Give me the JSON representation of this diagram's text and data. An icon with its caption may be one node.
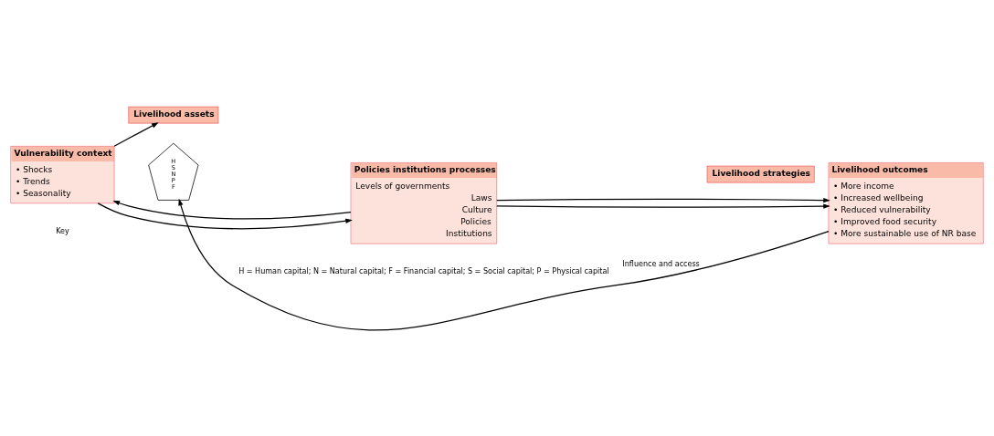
{
  "diagram": {
    "nodes": [
      {
        "text": [
          "Vulnerability context",
          "• Shocks",
          "• Trends",
          "• Seasonality"
        ]
      },
      {
        "text": [
          "Livelihood assets"
        ]
      },
      {
        "text": [
          "H",
          "S",
          "N",
          "P",
          "F"
        ]
      },
      {
        "text": [
          "Policies institutions processes",
          "Levels of governments",
          "Laws",
          "Culture",
          "Policies",
          "Institutions"
        ]
      },
      {
        "text": [
          "Livelihood strategies"
        ]
      },
      {
        "text": [
          "Livelihood outcomes",
          "• More income",
          "• Increased wellbeing",
          "• Reduced vulnerability",
          "• Improved food security",
          "• More sustainable use of NR base"
        ]
      }
    ],
    "edges": [
      {
        "from": 0,
        "to": 1,
        "arrow": "to"
      },
      {
        "from": 0,
        "to": 3,
        "arrow": "to"
      },
      {
        "from": 3,
        "to": 0,
        "arrow": "to"
      },
      {
        "from": 3,
        "to": 5,
        "arrow": "to"
      },
      {
        "from": 3,
        "to": 5,
        "arrow": "to"
      },
      {
        "from": 5,
        "to": 2,
        "arrow": "to",
        "label": "Influence and access"
      }
    ],
    "labels": [
      "Key",
      "H = Human capital; N = Natural capital; F = Financial capital; S = Social capital; P = Physical capital"
    ]
  }
}
